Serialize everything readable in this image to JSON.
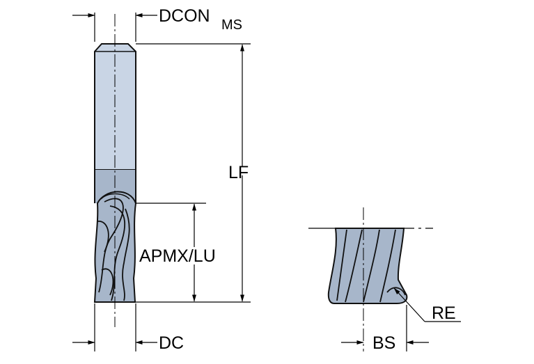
{
  "labels": {
    "dcon_main": "DCON",
    "dcon_sub": "MS",
    "lf": "LF",
    "apmx": "APMX/LU",
    "dc": "DC",
    "re": "RE",
    "bs": "BS"
  },
  "colors": {
    "shank_light": "#c9d5e5",
    "shank_dark": "#a7b6ca",
    "flute_fill": "#a7b6ca",
    "outline": "#111111",
    "dim_line": "#000000"
  }
}
